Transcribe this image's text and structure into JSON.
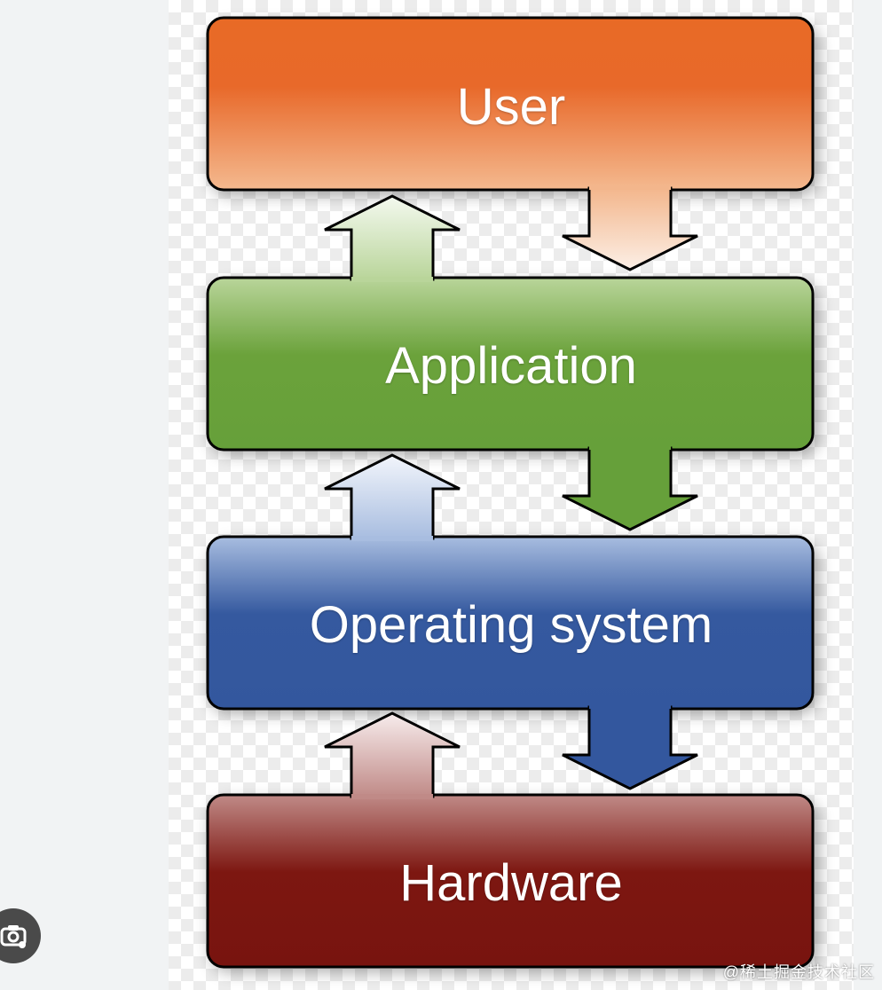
{
  "diagram": {
    "layers": [
      {
        "label": "User",
        "color": "#e86a28"
      },
      {
        "label": "Application",
        "color": "#6aa13a"
      },
      {
        "label": "Operating system",
        "color": "#34589f"
      },
      {
        "label": "Hardware",
        "color": "#7b1510"
      }
    ]
  },
  "overlay": {
    "lens_icon": "camera-search-icon",
    "watermark": "@稀土掘金技术社区"
  }
}
